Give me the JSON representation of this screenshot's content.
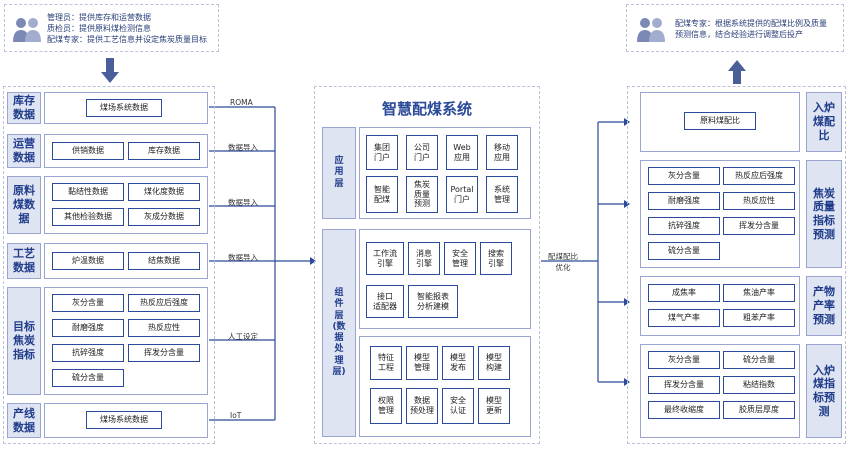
{
  "top_left_note": [
    "管理员：提供库存和运营数据",
    "质检员：提供原料煤检测信息",
    "配煤专家：提供工艺信息并设定焦炭质量目标"
  ],
  "top_right_note": [
    "配煤专家：根据系统提供的配煤比例及质量",
    "预测信息，结合经验进行调整后投产"
  ],
  "left_panel": {
    "inventory": {
      "label": "库存\n数据",
      "items": [
        "煤场系统数据"
      ]
    },
    "operations": {
      "label": "运营\n数据",
      "items": [
        "供销数据",
        "库存数据"
      ]
    },
    "raw_coal": {
      "label": "原料\n煤数\n据",
      "items": [
        "黏结性数据",
        "煤化度数据",
        "其他检验数据",
        "灰成分数据"
      ]
    },
    "process": {
      "label": "工艺\n数据",
      "items": [
        "炉温数据",
        "结焦数据"
      ]
    },
    "target_coke": {
      "label": "目标\n焦炭\n指标",
      "items": [
        "灰分含量",
        "热反应后强度",
        "耐磨强度",
        "热反应性",
        "抗碎强度",
        "挥发分含量",
        "硫分含量"
      ]
    },
    "production": {
      "label": "产线\n数据",
      "items": [
        "煤场系统数据"
      ]
    }
  },
  "flows": {
    "roma": "ROMA",
    "import1": "数据导入",
    "import2": "数据导入",
    "import3": "数据导入",
    "manual": "人工设定",
    "iot": "IoT",
    "optimize": "配煤配比\n优化"
  },
  "center": {
    "title": "智慧配煤系统",
    "app_layer": {
      "label": "应\n用\n层",
      "items": [
        "集团\n门户",
        "公司\n门户",
        "Web\n应用",
        "移动\n应用",
        "智能\n配煤",
        "焦炭\n质量\n预测",
        "Portal\n门户",
        "系统\n管理"
      ]
    },
    "component_layer": {
      "label": "组\n件\n层\n(数\n据\n处\n理\n层)",
      "engines": [
        "工作流\n引擎",
        "消息\n引擎",
        "安全\n管理",
        "搜索\n引擎",
        "接口\n适配器",
        "智能报表\n分析建模"
      ],
      "models": [
        "特征\n工程",
        "模型\n管理",
        "模型\n发布",
        "模型\n构建",
        "权限\n管理",
        "数据\n预处理",
        "安全\n认证",
        "模型\n更新"
      ]
    }
  },
  "right_panel": {
    "blend_ratio": {
      "label": "入炉\n煤配\n比",
      "items": [
        "原料煤配比"
      ]
    },
    "coke_quality": {
      "label": "焦炭\n质量\n指标\n预测",
      "items": [
        "灰分含量",
        "热反应后强度",
        "耐磨强度",
        "热反应性",
        "抗碎强度",
        "挥发分含量",
        "硫分含量"
      ]
    },
    "product_rate": {
      "label": "产物\n产率\n预测",
      "items": [
        "成焦率",
        "焦油产率",
        "煤气产率",
        "粗苯产率"
      ]
    },
    "coal_index": {
      "label": "入炉\n煤指\n标预\n测",
      "items": [
        "灰分含量",
        "硫分含量",
        "挥发分含量",
        "粘结指数",
        "最终收缩度",
        "胶质层厚度"
      ]
    }
  },
  "colors": {
    "accent": "#2c4a9a",
    "side_bg": "#dfe4f3",
    "title": "#2c4a9a"
  }
}
